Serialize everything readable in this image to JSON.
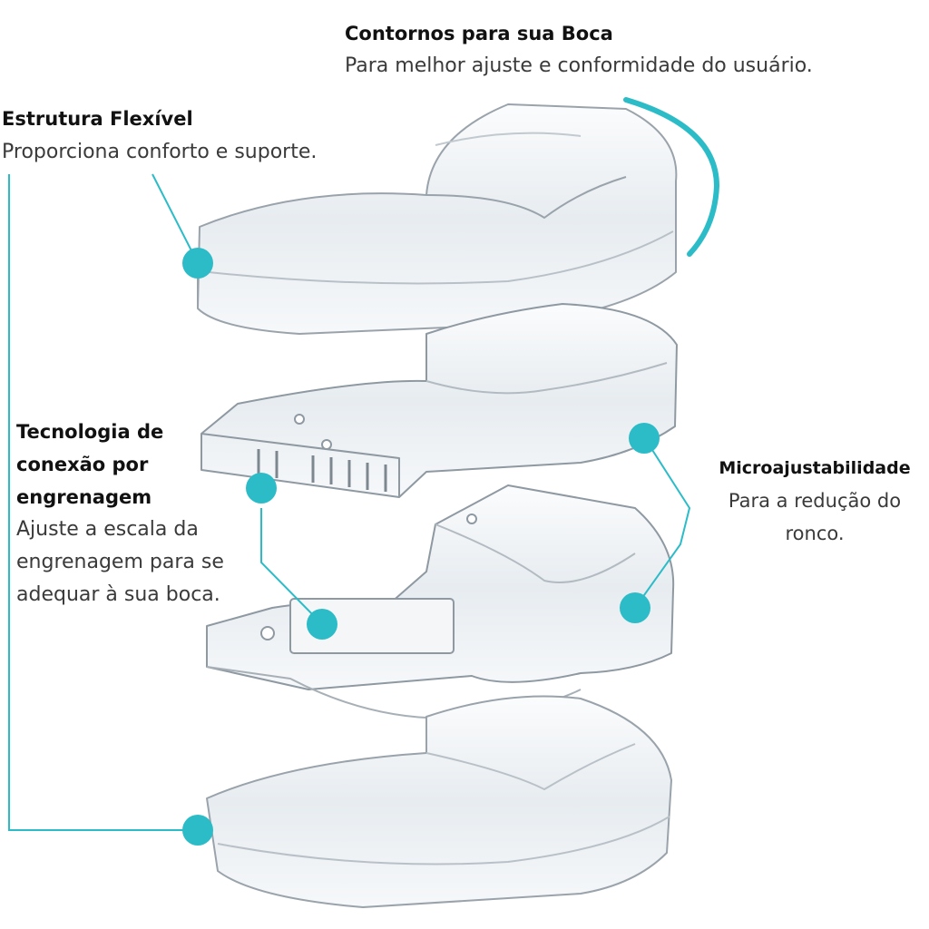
{
  "annotations": {
    "contornos": {
      "title": "Contornos para sua Boca",
      "description": "Para melhor ajuste e conformidade do usuário."
    },
    "estrutura": {
      "title": "Estrutura Flexível",
      "description": "Proporciona conforto e suporte."
    },
    "tecnologia": {
      "title_lines": [
        "Tecnologia de",
        "conexão por",
        "engrenagem"
      ],
      "description_lines": [
        "Ajuste a escala da",
        "engrenagem para se",
        "adequar à sua boca."
      ]
    },
    "micro": {
      "title": "Microajustabilidade",
      "description_lines": [
        "Para a redução do",
        "ronco."
      ]
    }
  },
  "colors": {
    "accent": "#2bbcc8",
    "plastic_fill": "#eef2f5",
    "plastic_stroke": "#9aa3ab"
  },
  "icons": [
    "mouthguard-illustration",
    "callout-dot"
  ]
}
